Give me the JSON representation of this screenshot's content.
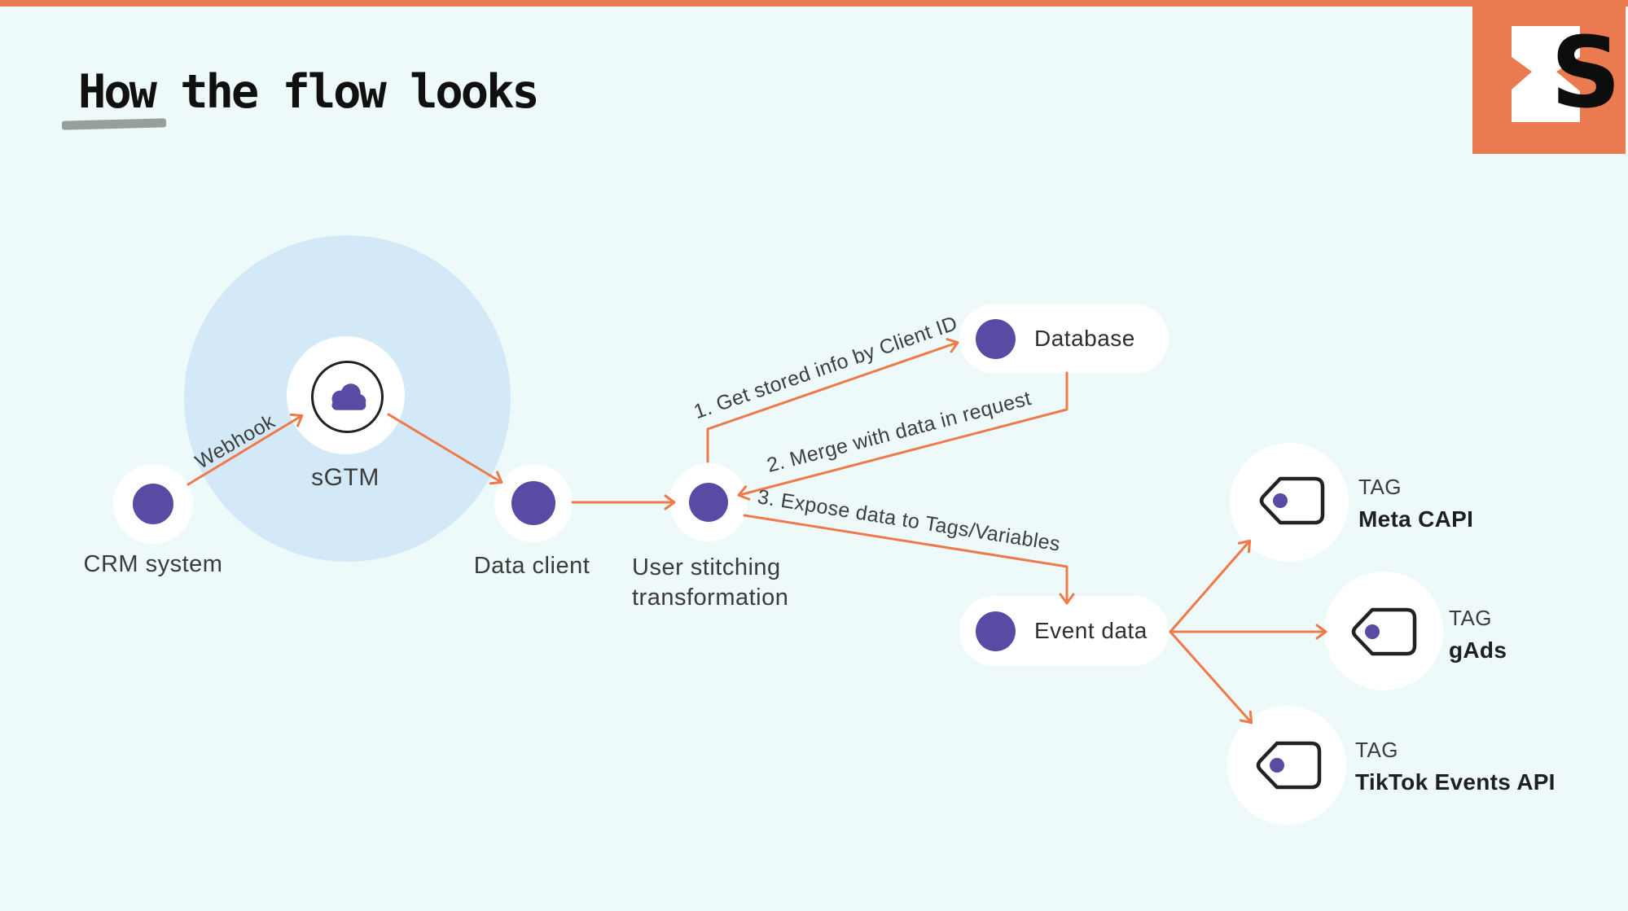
{
  "slide": {
    "title": "How the flow looks",
    "logo_letter": "S"
  },
  "nodes": {
    "crm": {
      "label": "CRM system"
    },
    "sgtm": {
      "label": "sGTM"
    },
    "data_client": {
      "label": "Data client"
    },
    "user_stitching": {
      "line1": "User stitching",
      "line2": "transformation"
    },
    "database": {
      "label": "Database"
    },
    "event_data": {
      "label": "Event data"
    }
  },
  "edges": {
    "webhook": {
      "label": "Webhook"
    },
    "step1": {
      "label": "1. Get stored info by Client ID"
    },
    "step2": {
      "label": "2. Merge with data in request"
    },
    "step3": {
      "label": "3. Expose data to Tags/Variables"
    }
  },
  "tags": [
    {
      "kind": "TAG",
      "name": "Meta CAPI"
    },
    {
      "kind": "TAG",
      "name": "gAds"
    },
    {
      "kind": "TAG",
      "name": "TikTok Events API"
    }
  ],
  "colors": {
    "accent_orange": "#ee7a4b",
    "brand_purple": "#594ba3",
    "halo_blue": "#d4e9f7",
    "background": "#edfaf9",
    "ink": "#222222"
  }
}
